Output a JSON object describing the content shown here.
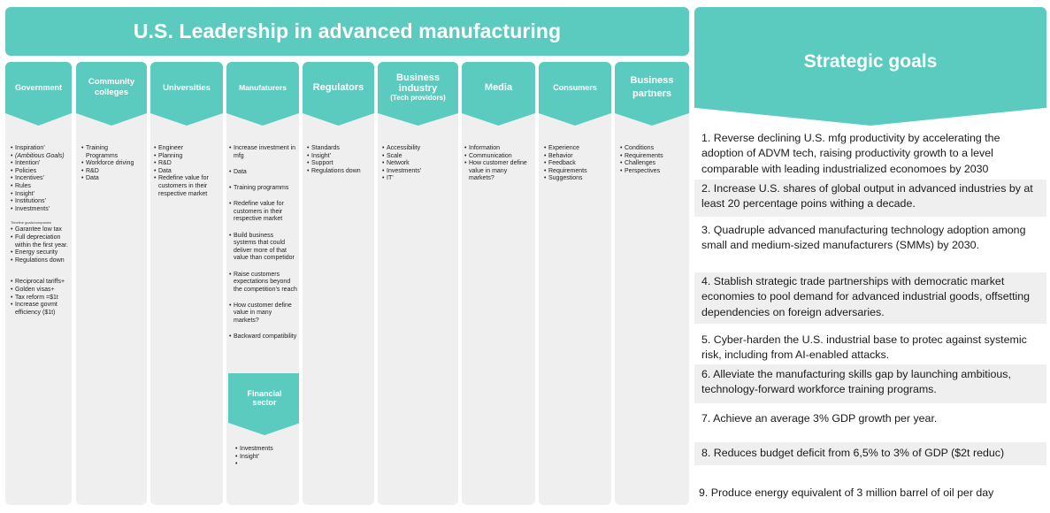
{
  "title": "U.S. Leadership in advanced manufacturing",
  "columns": [
    {
      "header_lines": [
        "Government"
      ],
      "header_sub": ""
    },
    {
      "header_lines": [
        "Community",
        "colleges"
      ],
      "header_sub": ""
    },
    {
      "header_lines": [
        "Universities"
      ],
      "header_sub": ""
    },
    {
      "header_lines": [
        "Manufaturers"
      ],
      "header_sub": ""
    },
    {
      "header_lines": [
        "Regulators"
      ],
      "header_sub": ""
    },
    {
      "header_lines": [
        "Business",
        "industry"
      ],
      "header_sub": "(Tech providors)"
    },
    {
      "header_lines": [
        "Media"
      ],
      "header_sub": ""
    },
    {
      "header_lines": [
        "Consumers"
      ],
      "header_sub": ""
    },
    {
      "header_lines": [
        "Business",
        "partners"
      ],
      "header_sub": ""
    }
  ],
  "government": {
    "group1": [
      "Inspiration’",
      "(Ambitious Goals)",
      "Intention’",
      "Policies",
      "Incentives’",
      "Rules",
      "Insight’",
      "Institutions’",
      "Investments’"
    ],
    "small_note": "Timeline goals/companies",
    "group2": [
      "Garantee low tax",
      "Full depreciation within the first year.",
      "Energy security",
      "Regulations down"
    ],
    "group3": [
      "Reciprocal tariffs+",
      "Golden visas+",
      "Tax reform =$1t",
      "Increase govmt efficiency ($1t)"
    ]
  },
  "community_colleges": {
    "items": [
      "Training Programms",
      "Workforce driving",
      "R&D",
      "Data"
    ]
  },
  "universities": {
    "items": [
      "Engineer",
      "Planning",
      "R&D",
      "Data",
      "Redefine value for customers in their respective market"
    ]
  },
  "manufacturers": {
    "items": [
      "Increase investment in mfg",
      "Data",
      "Training programms",
      "Redefine value for customers in their respective market",
      "Build business systems that could deliver more of that value than competidor",
      "Raise customers expectations beyond the competition’s reach",
      "How customer define value in many markets?",
      "Backward compatibility"
    ],
    "financial_sector": {
      "header_lines": [
        "Financial",
        "sector"
      ],
      "items": [
        "Investments",
        "Insight’",
        ""
      ]
    }
  },
  "regulators": {
    "items": [
      "Standards",
      "Insight’",
      "Support",
      "Regulations down"
    ]
  },
  "business_industry": {
    "items": [
      "Accessibility",
      "Scale",
      "Network",
      "Investments’",
      "IT’"
    ]
  },
  "media": {
    "items": [
      "Information",
      "Communication",
      "How customer define value in many markets?"
    ]
  },
  "consumers": {
    "items": [
      "Experience",
      "Behavior",
      "Feedback",
      "Requirements",
      "Suggestions"
    ]
  },
  "business_partners": {
    "items": [
      "Conditions",
      "Requirements",
      "Challenges",
      "Perspectives"
    ]
  },
  "strategic_goals": {
    "title": "Strategic goals",
    "goals": [
      "1. Reverse declining U.S. mfg productivity by accelerating the adoption of ADVM tech, raising productivity growth to a level comparable with leading industrialized economoes by 2030",
      "2. Increase U.S. shares of global output in advanced industries by at least 20 percentage poins withing a decade.",
      "3. Quadruple advanced manufacturing technology adoption among small and medium-sized manufacturers (SMMs) by 2030.",
      "4. Stablish strategic trade partnerships with democratic market economies to pool demand for advanced industrial goods, offsetting dependencies on foreign adversaries.",
      "5. Cyber-harden the U.S. industrial base to protec against systemic risk, including from AI-enabled attacks.",
      "6. Alleviate the manufacturing skills gap by launching ambitious, technology-forward workforce training programs.",
      "7. Achieve an average 3% GDP growth per year.",
      "8. Reduces budget deficit from 6,5% to 3% of GDP ($2t reduc)",
      "9. Produce energy equivalent of 3 million barrel of oil per day"
    ]
  }
}
